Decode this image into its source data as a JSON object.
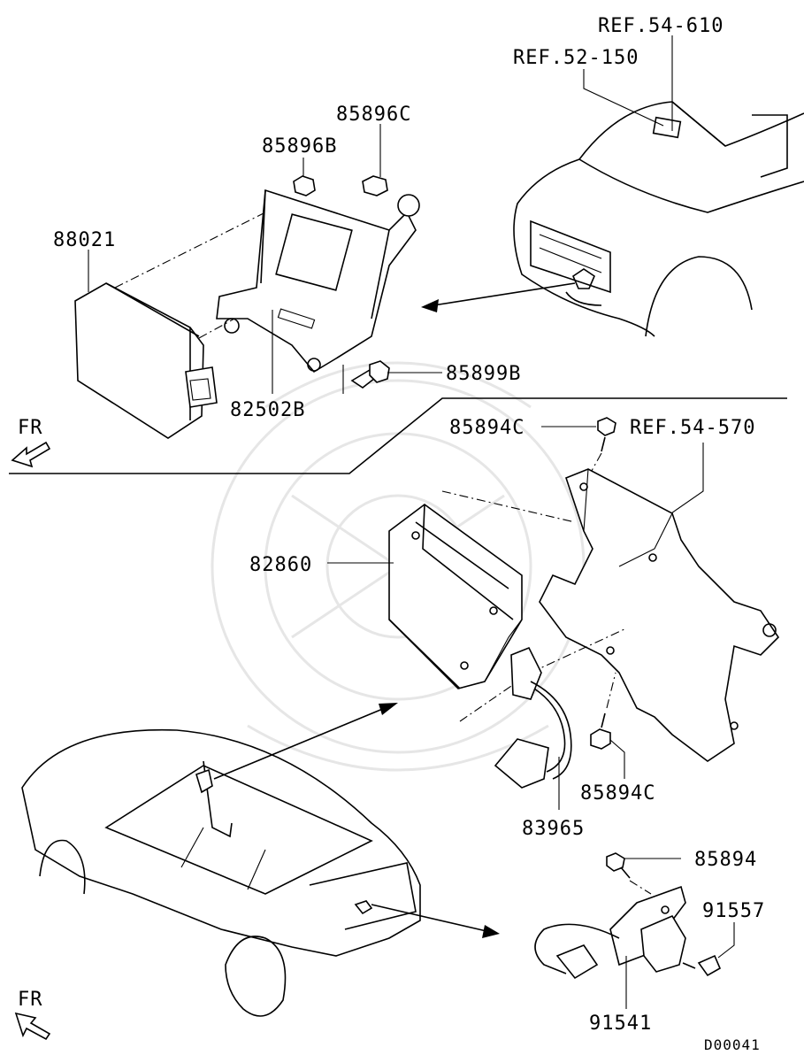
{
  "diagram": {
    "labels": {
      "ref_54_610": "REF.54-610",
      "ref_52_150": "REF.52-150",
      "p85896c": "85896C",
      "p85896b": "85896B",
      "p88021": "88021",
      "p82502b": "82502B",
      "p85899b": "85899B",
      "fr_top": "FR",
      "p85894c_top": "85894C",
      "ref_54_570": "REF.54-570",
      "p82860": "82860",
      "p85894c_bottom": "85894C",
      "p83965": "83965",
      "p85894": "85894",
      "p91557": "91557",
      "p91541": "91541",
      "fr_bottom": "FR",
      "diagram_code": "D00041"
    }
  }
}
